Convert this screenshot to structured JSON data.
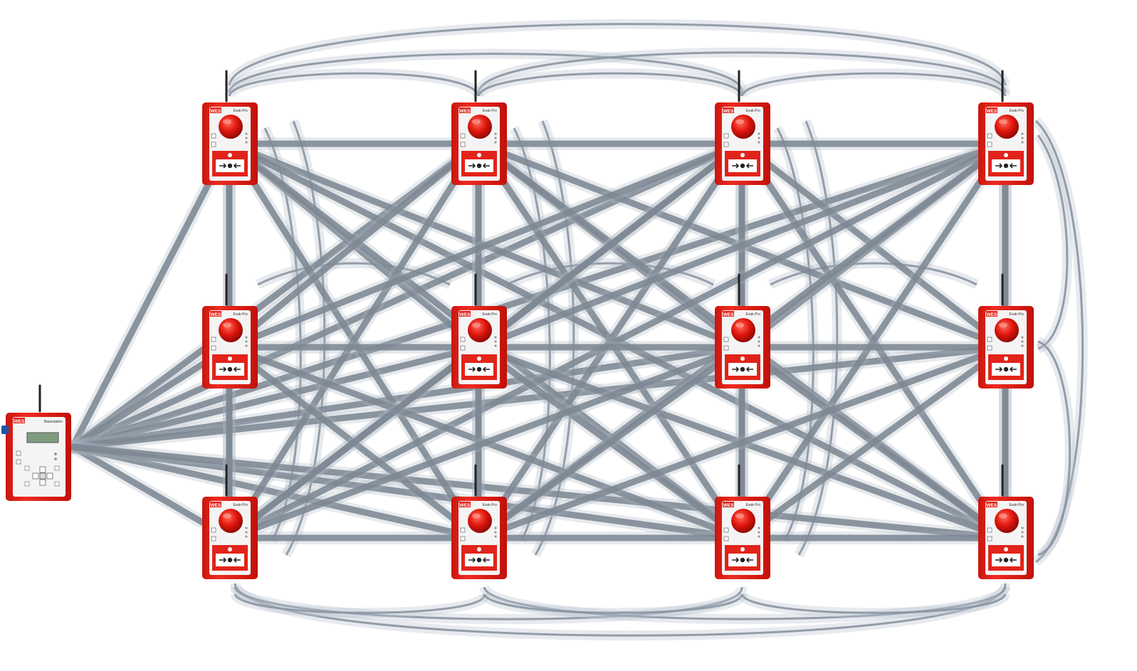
{
  "devices": {
    "controller": {
      "brand": "WES",
      "model": "Basestation",
      "icon": "control-panel-icon",
      "colors": {
        "body": "#e2231a",
        "face": "#f4f4f4",
        "lcd": "#7f9c7f"
      }
    },
    "call_point": {
      "brand": "WES",
      "model": "Evak-Pro",
      "icon": "manual-call-point-icon",
      "colors": {
        "body": "#e2231a",
        "sounder": "#d8140c",
        "face": "#f4f4f4"
      }
    },
    "grid": {
      "rows": 3,
      "columns": 4,
      "count": 12
    }
  },
  "links": {
    "style": "mesh",
    "colors": {
      "link": "#7d8893",
      "arc": "#8a95a1"
    }
  }
}
